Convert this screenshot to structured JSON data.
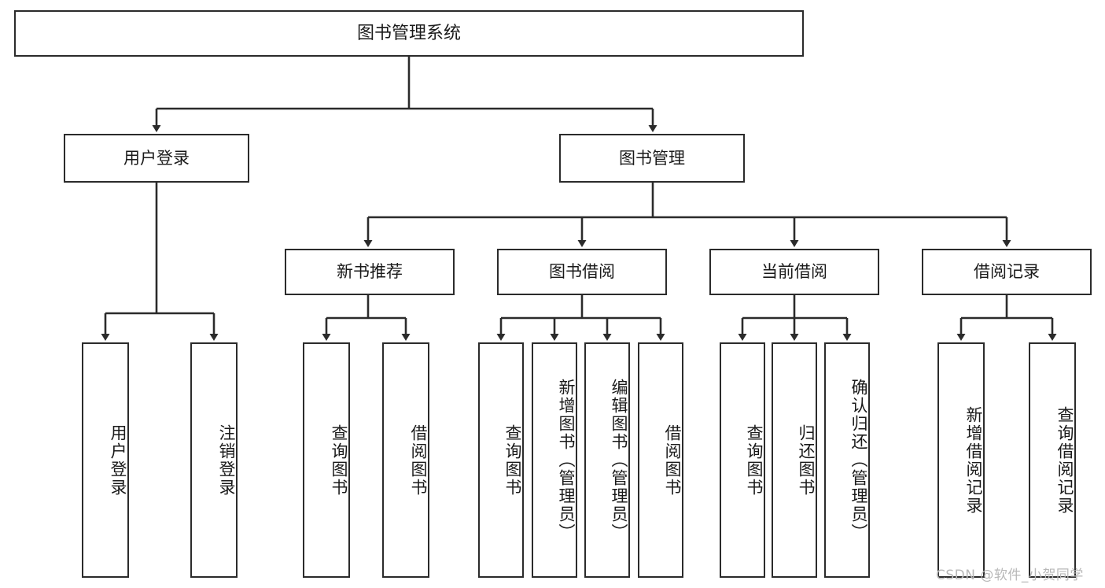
{
  "diagram": {
    "title": "图书管理系统",
    "type": "tree-hierarchy-functional-structure",
    "root": {
      "label": "图书管理系统"
    },
    "level2": [
      {
        "label": "用户登录"
      },
      {
        "label": "图书管理"
      }
    ],
    "level3": [
      {
        "label": "新书推荐"
      },
      {
        "label": "图书借阅"
      },
      {
        "label": "当前借阅"
      },
      {
        "label": "借阅记录"
      }
    ],
    "leaves": {
      "user_login": [
        {
          "label": "用户登录"
        },
        {
          "label": "注销登录"
        }
      ],
      "new_book_recommend": [
        {
          "label": "查询图书"
        },
        {
          "label": "借阅图书"
        }
      ],
      "book_borrow": [
        {
          "label": "查询图书"
        },
        {
          "label": "新增图书（管理员）"
        },
        {
          "label": "编辑图书（管理员）"
        },
        {
          "label": "借阅图书"
        }
      ],
      "current_borrow": [
        {
          "label": "查询图书"
        },
        {
          "label": "归还图书"
        },
        {
          "label": "确认归还（管理员）"
        }
      ],
      "borrow_record": [
        {
          "label": "新增借阅记录"
        },
        {
          "label": "查询借阅记录"
        }
      ]
    }
  },
  "watermark": {
    "text": "CSDN @软件_小贺同学"
  },
  "colors": {
    "stroke": "#2b2b2b",
    "fill": "#ffffff",
    "text": "#1a1a1a",
    "watermark": "#b8b8b8"
  }
}
